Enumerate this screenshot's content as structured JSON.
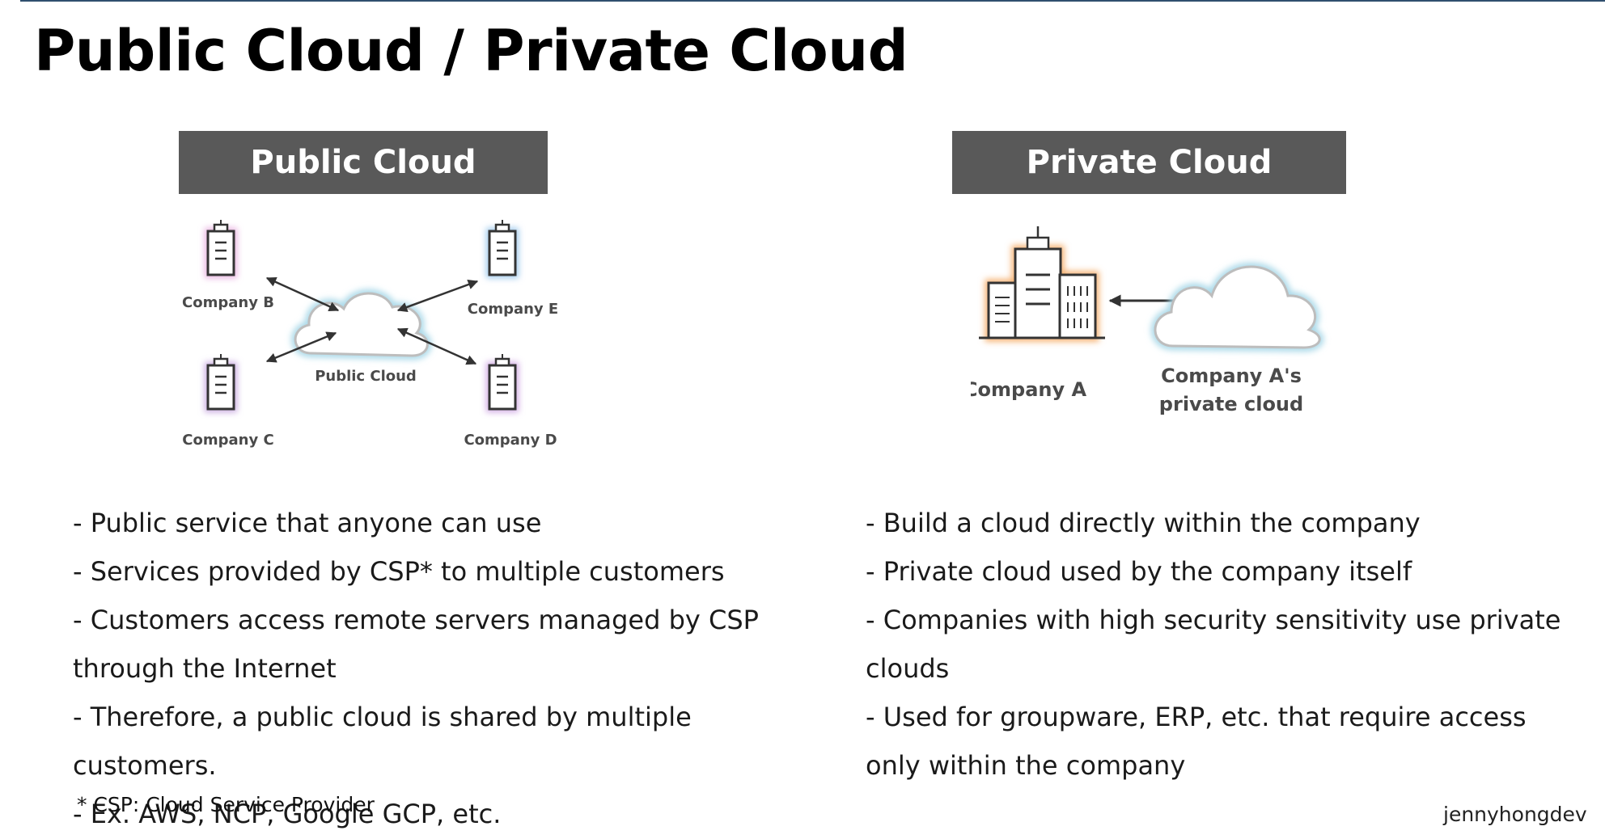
{
  "title": "Public Cloud / Private Cloud",
  "public": {
    "header": "Public Cloud",
    "diagram": {
      "cloud_label": "Public Cloud",
      "companies": [
        "Company B",
        "Company E",
        "Company C",
        "Company D"
      ]
    },
    "bullets": [
      "- Public service that anyone can use",
      "- Services provided by CSP* to multiple customers",
      "- Customers access remote servers managed by CSP through the Internet",
      "- Therefore, a public cloud is shared by multiple customers.",
      "- Ex. AWS, NCP, Google GCP, etc."
    ],
    "footnote": "* CSP: Cloud Service Provider"
  },
  "private": {
    "header": "Private Cloud",
    "diagram": {
      "company_label": "Company A",
      "cloud_label_line1": "Company A's",
      "cloud_label_line2": "private cloud"
    },
    "bullets": [
      "- Build a cloud directly within the company",
      "- Private cloud used by the company itself",
      "- Companies with high security sensitivity use private clouds",
      "- Used for groupware, ERP, etc. that require access only within the company"
    ]
  },
  "author": "jennyhongdev",
  "colors": {
    "header_bg": "#595959",
    "glow_pink": "#e8b0e0",
    "glow_blue": "#9cc8ec",
    "glow_purple": "#c8a8e0",
    "glow_orange": "#f5b070",
    "cloud_glow": "#a8d8e8"
  }
}
